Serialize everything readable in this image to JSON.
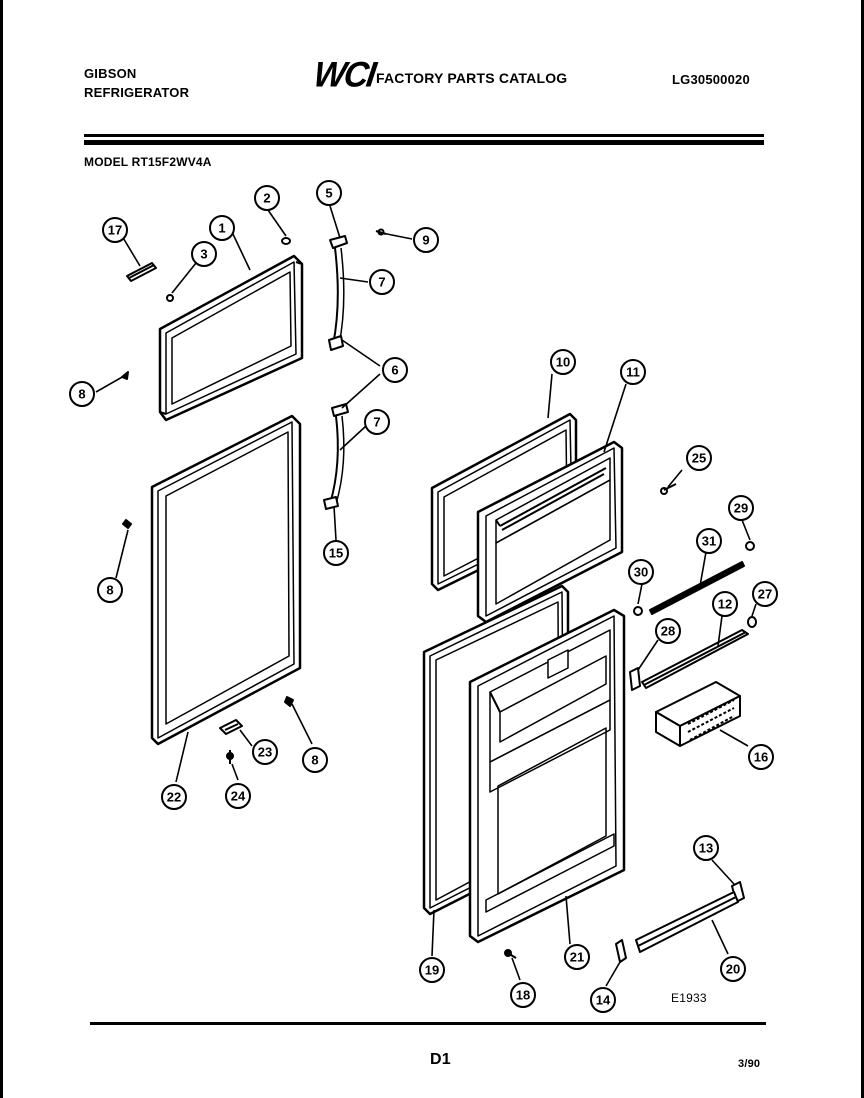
{
  "header": {
    "brand_line1": "GIBSON",
    "brand_line2": "REFRIGERATOR",
    "logo": "WCI",
    "catalog_title": "FACTORY PARTS CATALOG",
    "doc_number": "LG30500020",
    "model": "MODEL RT15F2WV4A"
  },
  "footer": {
    "page": "D1",
    "date_code": "3/90",
    "figure_code": "E1933"
  },
  "callouts": [
    {
      "id": "c17",
      "label": "17"
    },
    {
      "id": "c1",
      "label": "1"
    },
    {
      "id": "c3",
      "label": "3"
    },
    {
      "id": "c2",
      "label": "2"
    },
    {
      "id": "c5",
      "label": "5"
    },
    {
      "id": "c9",
      "label": "9"
    },
    {
      "id": "c7a",
      "label": "7"
    },
    {
      "id": "c8a",
      "label": "8"
    },
    {
      "id": "c6",
      "label": "6"
    },
    {
      "id": "c7b",
      "label": "7"
    },
    {
      "id": "c15",
      "label": "15"
    },
    {
      "id": "c8b",
      "label": "8"
    },
    {
      "id": "c10",
      "label": "10"
    },
    {
      "id": "c11",
      "label": "11"
    },
    {
      "id": "c25",
      "label": "25"
    },
    {
      "id": "c29",
      "label": "29"
    },
    {
      "id": "c31",
      "label": "31"
    },
    {
      "id": "c30",
      "label": "30"
    },
    {
      "id": "c12",
      "label": "12"
    },
    {
      "id": "c27",
      "label": "27"
    },
    {
      "id": "c28",
      "label": "28"
    },
    {
      "id": "c16",
      "label": "16"
    },
    {
      "id": "c23",
      "label": "23"
    },
    {
      "id": "c8c",
      "label": "8"
    },
    {
      "id": "c24",
      "label": "24"
    },
    {
      "id": "c22",
      "label": "22"
    },
    {
      "id": "c13",
      "label": "13"
    },
    {
      "id": "c19",
      "label": "19"
    },
    {
      "id": "c21",
      "label": "21"
    },
    {
      "id": "c18",
      "label": "18"
    },
    {
      "id": "c14",
      "label": "14"
    },
    {
      "id": "c20",
      "label": "20"
    }
  ]
}
